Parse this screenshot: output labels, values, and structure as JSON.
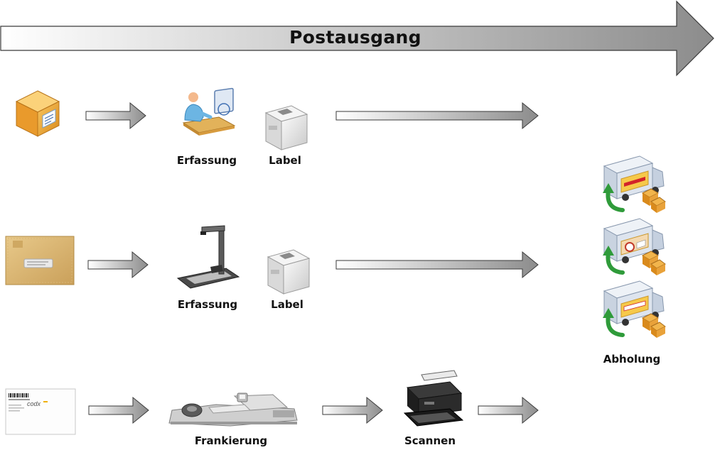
{
  "header": {
    "title": "Postausgang"
  },
  "rows": [
    {
      "steps": [
        "Erfassung",
        "Label"
      ]
    },
    {
      "steps": [
        "Erfassung",
        "Label"
      ]
    },
    {
      "steps": [
        "Frankierung",
        "Scannen"
      ]
    }
  ],
  "destination": {
    "label": "Abholung"
  },
  "envelope": {
    "brand": "codx"
  },
  "colors": {
    "arrow_light": "#ffffff",
    "arrow_dark": "#8f8f8f",
    "arrow_stroke": "#3a3a3a",
    "package": "#f0a537",
    "truck": "#d7dde6",
    "cargo": "#f2c84b",
    "green_arrow": "#2f9b3a"
  }
}
